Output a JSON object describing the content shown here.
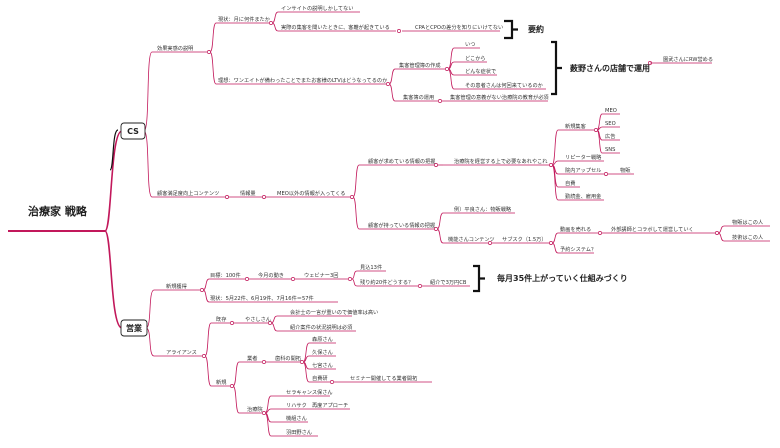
{
  "root": "治療家 戦略",
  "cs": {
    "label": "CS",
    "effect": {
      "label": "効果実感の説明",
      "current": "現状：月に何件またか",
      "insight": "インサイトの説明しかしてない",
      "visit_q": "実際の集客を聞いたときに、客離が起きている",
      "cpa": "CPAとCPOの差分を知りにいけてない",
      "ideal": "理想：ワンエイトが備わったことでまたお客様のLTVはどうなってるのか",
      "create": "集客管理簿の作成",
      "when": "いつ",
      "where": "どこから",
      "symptom": "どんな症状で",
      "repeat": "その患者さんは何回来ているのか",
      "operate": "集客簿の運用",
      "edu": "集客管理の意義がない治療院の教育が必須"
    },
    "satisfaction": {
      "label": "顧客満足度向上コンテンツ",
      "info": "情報量",
      "meo_in": "MEO以外の情報が入ってくる",
      "wants": "顧客が求めている情報の把握",
      "need": "治療院を経営する上で必要なあれやこれ",
      "acquire": "新規集客",
      "meo": "MEO",
      "seo": "SEO",
      "ads": "広告",
      "sns": "SNS",
      "review": "リピーター戦略",
      "upsell": "院内アップセル",
      "goods": "物販",
      "self": "自費",
      "recruit": "勤続金、雇用金",
      "has": "顧客が持っている情報の把握",
      "example": "例）平良さん：物販戦略",
      "hiring": "機能さんコンテンツ",
      "subsc": "サブスク（1.5万）",
      "video": "動画を売れる",
      "collab": "外部講師とコラボして運営していく",
      "goods_person": "物販はこの人",
      "tech_person": "技術はこの人",
      "reserve": "予約システム？"
    }
  },
  "sales": {
    "label": "営業",
    "newbiz": {
      "label": "新規獲得",
      "target": "目標：100件",
      "trend": "今月の動き",
      "webinar": "ウェビナー3回",
      "plan13": "見込13件",
      "rest20": "残り約20件どうする？",
      "referral": "紹介で3万円CB",
      "status": "現状：5月22件、6月19件、7月16件＝57件"
    },
    "alliance": {
      "label": "アライアンス",
      "existing": "既存",
      "yasuda": "やさしさん",
      "accountant": "会計士の一言が重いので価値率は高い",
      "intro": "紹介案件の状況説明は必須",
      "new": "新規",
      "dealer": "業者",
      "dental": "歯科の開拓",
      "e1": "森原さん",
      "e2": "久保さん",
      "e3": "七宮さん",
      "e4": "自費研",
      "seminar": "セミナー開催してる業者開拓",
      "clinic": "治療院",
      "c1": "セラキャンス保さん",
      "c2": "リハサク　再度アプローチ",
      "c3": "機組さん",
      "c4": "羽田野さん"
    }
  },
  "annotations": {
    "summary": "要約",
    "kanri": "薮野さんの店舗で運用",
    "nagi": "園武さんにRW営める",
    "goal": "毎月35件上がっていく仕組みづくり"
  },
  "colors": {
    "branch": "#c2185b",
    "text": "#333333"
  }
}
